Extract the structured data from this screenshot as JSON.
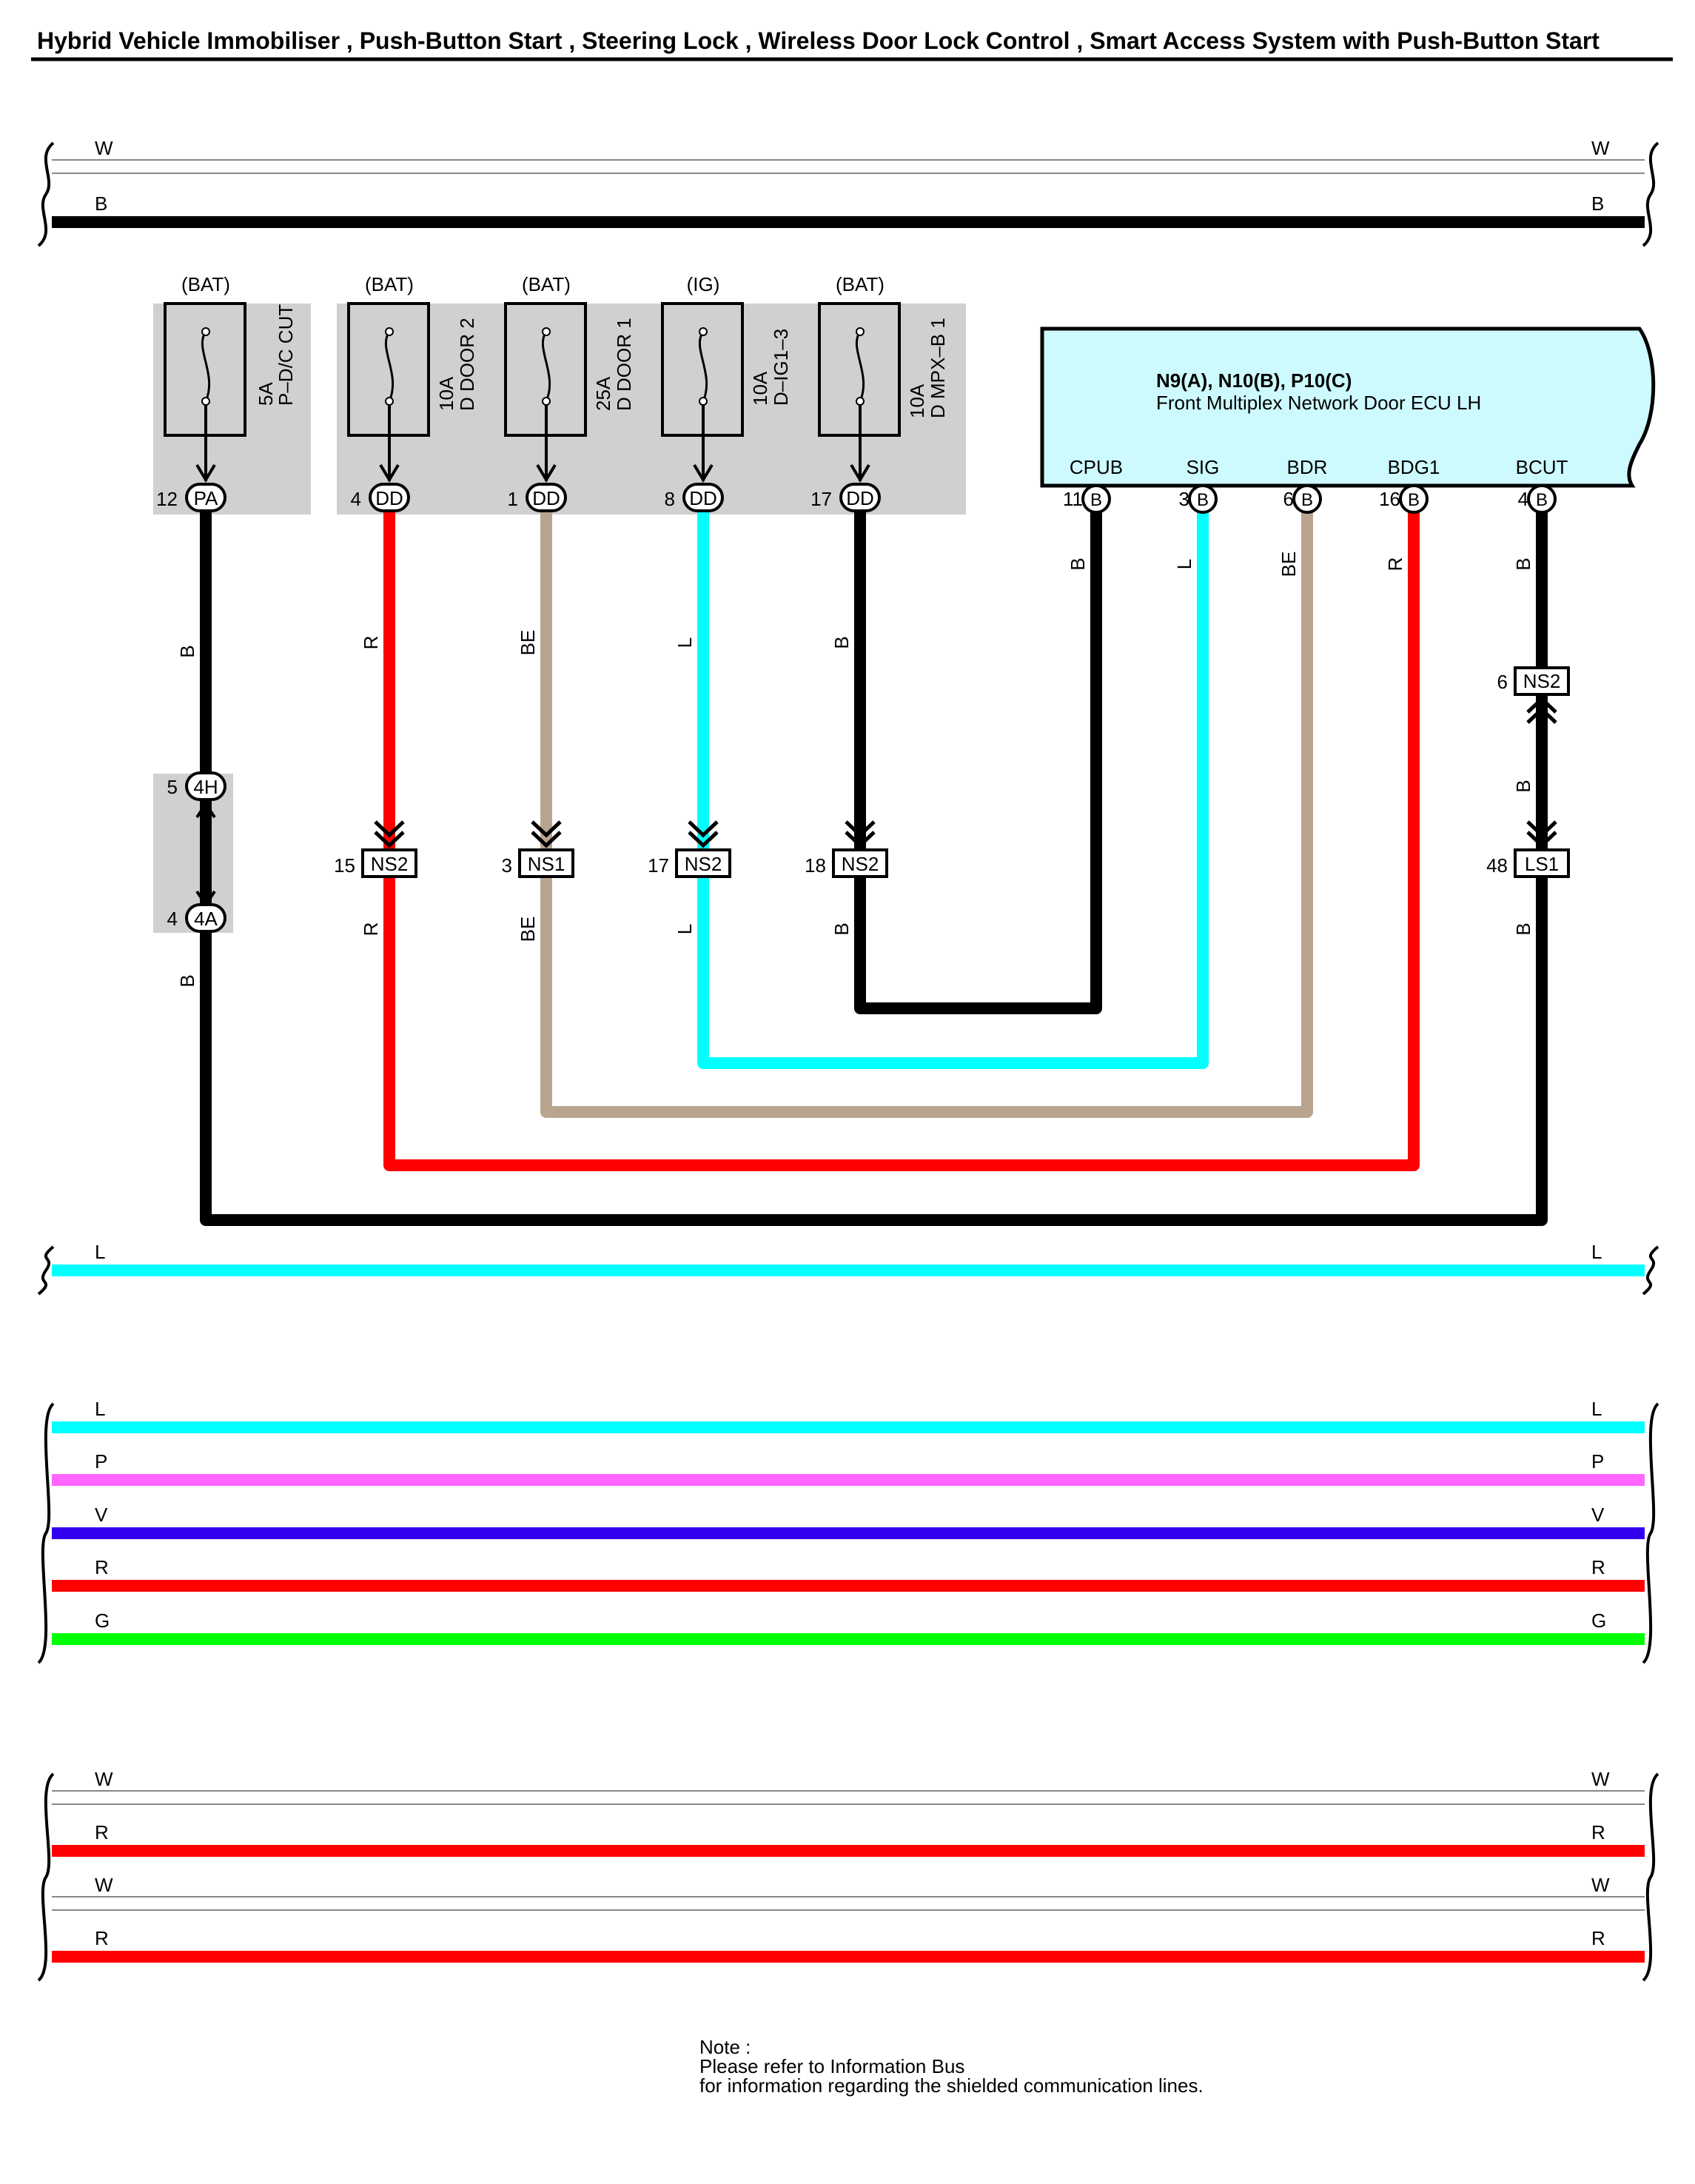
{
  "title": "Hybrid Vehicle Immobiliser , Push-Button Start , Steering Lock , Wireless Door Lock Control , Smart Access System with Push-Button Start",
  "colors": {
    "W": "#ffffff",
    "B": "#000000",
    "R": "#ff0000",
    "BE": "#b9a58f",
    "L": "#00ffff",
    "P": "#ff66ff",
    "V": "#3300ee",
    "G": "#00ff00",
    "fuse_bg": "#d0d0d0",
    "ecu_bg": "#cdfaff"
  },
  "buses": {
    "group1": [
      {
        "code": "W"
      },
      {
        "code": "B"
      }
    ],
    "group2": [
      {
        "code": "L"
      }
    ],
    "group3": [
      {
        "code": "L"
      },
      {
        "code": "P"
      },
      {
        "code": "V"
      },
      {
        "code": "R"
      },
      {
        "code": "G"
      }
    ],
    "group4": [
      {
        "code": "W"
      },
      {
        "code": "R"
      },
      {
        "code": "W"
      },
      {
        "code": "R"
      }
    ]
  },
  "fuses": [
    {
      "source": "(BAT)",
      "amp": "5A",
      "name": "P–D/C CUT",
      "pin": "12",
      "connector": "PA",
      "wire": "B"
    },
    {
      "source": "(BAT)",
      "amp": "10A",
      "name": "D DOOR 2",
      "pin": "4",
      "connector": "DD",
      "wire": "R"
    },
    {
      "source": "(BAT)",
      "amp": "25A",
      "name": "D DOOR 1",
      "pin": "1",
      "connector": "DD",
      "wire": "BE"
    },
    {
      "source": "(IG)",
      "amp": "10A",
      "name": "D–IG1–3",
      "pin": "8",
      "connector": "DD",
      "wire": "L"
    },
    {
      "source": "(BAT)",
      "amp": "10A",
      "name": "D MPX–B 1",
      "pin": "17",
      "connector": "DD",
      "wire": "B"
    }
  ],
  "inline_connectors": {
    "j4h": {
      "pin": "5",
      "name": "4H"
    },
    "j4a": {
      "pin": "4",
      "name": "4A"
    },
    "ns2_15": {
      "pin": "15",
      "name": "NS2"
    },
    "ns1_3": {
      "pin": "3",
      "name": "NS1"
    },
    "ns2_17": {
      "pin": "17",
      "name": "NS2"
    },
    "ns2_18": {
      "pin": "18",
      "name": "NS2"
    },
    "ns2_6": {
      "pin": "6",
      "name": "NS2"
    },
    "ls1_48": {
      "pin": "48",
      "name": "LS1"
    }
  },
  "ecu": {
    "code": "N9(A), N10(B), P10(C)",
    "name": "Front Multiplex Network Door ECU LH",
    "terminals": [
      {
        "label": "CPUB",
        "pin": "11",
        "connector": "B",
        "wire": "B"
      },
      {
        "label": "SIG",
        "pin": "3",
        "connector": "B",
        "wire": "L"
      },
      {
        "label": "BDR",
        "pin": "6",
        "connector": "B",
        "wire": "BE"
      },
      {
        "label": "BDG1",
        "pin": "16",
        "connector": "B",
        "wire": "R"
      },
      {
        "label": "BCUT",
        "pin": "4",
        "connector": "B",
        "wire": "B"
      }
    ]
  },
  "note": {
    "line1": "Note :",
    "line2": "Please refer to Information Bus",
    "line3": "for information regarding the shielded communication lines."
  }
}
